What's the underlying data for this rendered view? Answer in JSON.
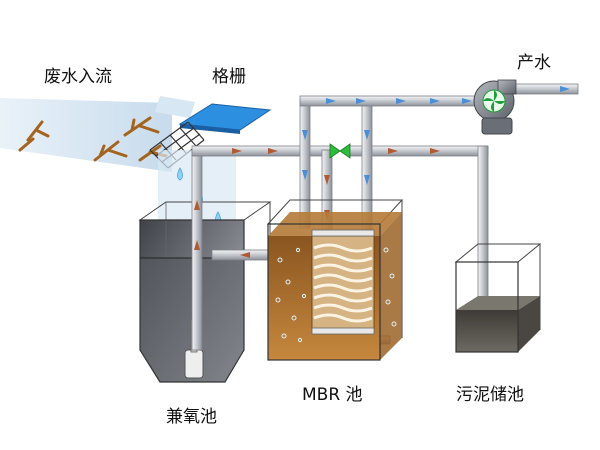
{
  "labels": {
    "wastewater_inflow": "废水入流",
    "grille": "格栅",
    "product_water": "产水",
    "anoxic_tank": "兼氧池",
    "mbr_tank": "MBR 池",
    "sludge_tank": "污泥储池"
  },
  "colors": {
    "pipe": "#c9cdd3",
    "pipe_edge": "#7d8088",
    "flow_arrow": "#4a8fd6",
    "return_arrow": "#b05a35",
    "grille": "#2d8fe0",
    "valve": "#2dbd3a",
    "pump_body": "#7b8088",
    "pump_fan": "#1f9e3c",
    "inflow_water": "#cfe1f0",
    "mbr_liquid": "#a86a2a",
    "membrane": "#f0e4d0",
    "anoxic_liquid": "#5d6066",
    "sludge": "#55524c",
    "drop": "#8fd2f5"
  }
}
